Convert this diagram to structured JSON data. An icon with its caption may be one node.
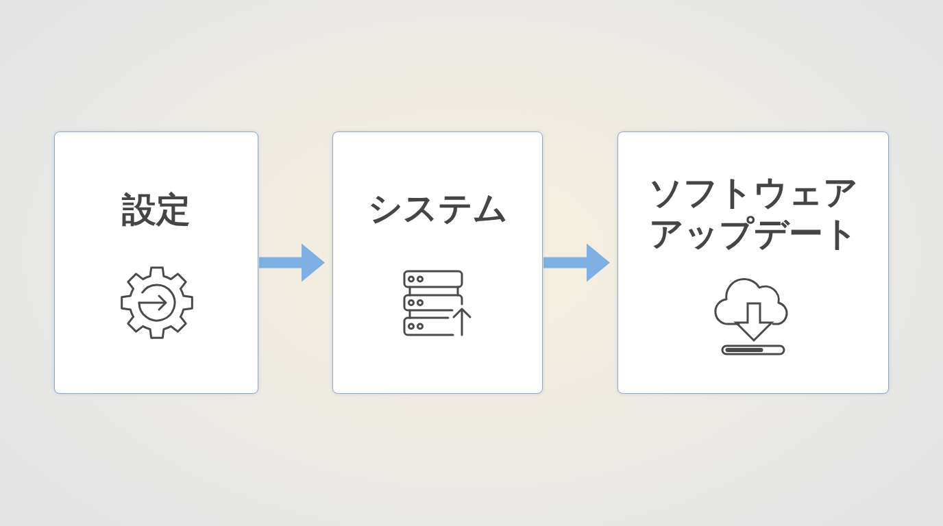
{
  "diagram": {
    "nodes": [
      {
        "text": [
          "設定"
        ]
      },
      {
        "text": [
          "システム"
        ]
      },
      {
        "text": [
          "ソフトウェアアップデート"
        ]
      }
    ],
    "edges": [
      {
        "from": 0,
        "to": 1,
        "arrow": "to"
      },
      {
        "from": 1,
        "to": 2,
        "arrow": "to"
      }
    ]
  }
}
